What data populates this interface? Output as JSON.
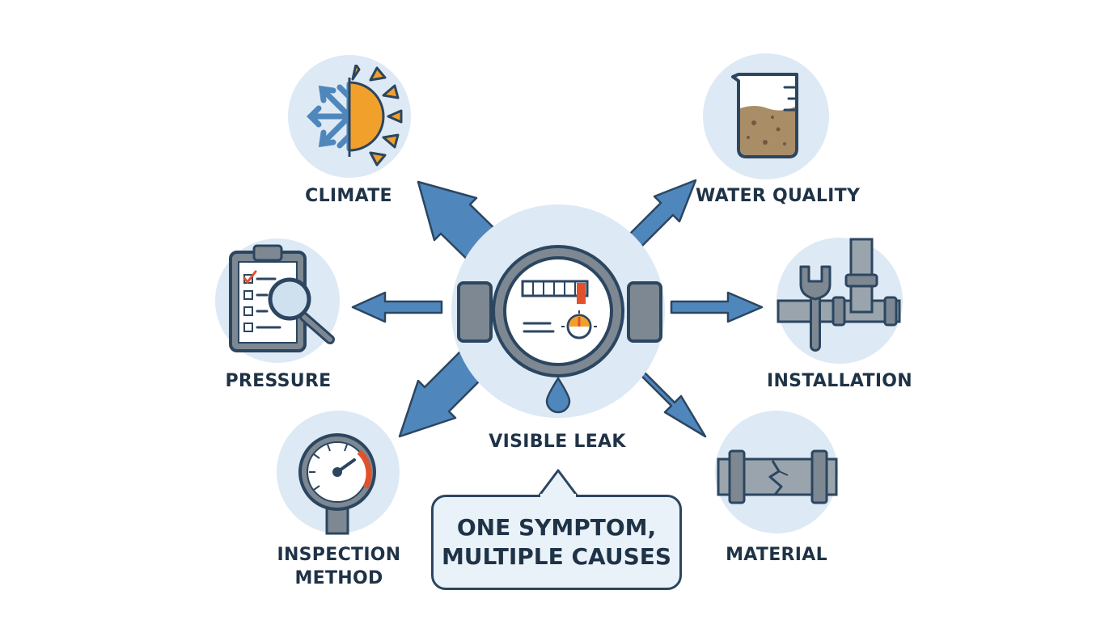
{
  "center": {
    "label": "VISIBLE LEAK",
    "icon": "water-meter-icon"
  },
  "causes": [
    {
      "id": "climate",
      "label": "CLIMATE",
      "icon": "snowflake-sun-icon"
    },
    {
      "id": "water-quality",
      "label": "WATER QUALITY",
      "icon": "sediment-beaker-icon"
    },
    {
      "id": "pressure",
      "label": "PRESSURE",
      "icon": "clipboard-magnifier-icon"
    },
    {
      "id": "installation",
      "label": "INSTALLATION",
      "icon": "wrench-pipe-icon"
    },
    {
      "id": "inspection-method",
      "label_line1": "INSPECTION",
      "label_line2": "METHOD",
      "icon": "pressure-gauge-icon"
    },
    {
      "id": "material",
      "label": "MATERIAL",
      "icon": "cracked-pipe-icon"
    }
  ],
  "callout": {
    "line1": "ONE SYMPTOM,",
    "line2": "MULTIPLE CAUSES"
  },
  "colors": {
    "circle": "#dde9f4",
    "arrow": "#4f87bd",
    "outline": "#2c4660",
    "accent_orange": "#f2a02c",
    "accent_red": "#e0522d",
    "text": "#1f3347"
  }
}
